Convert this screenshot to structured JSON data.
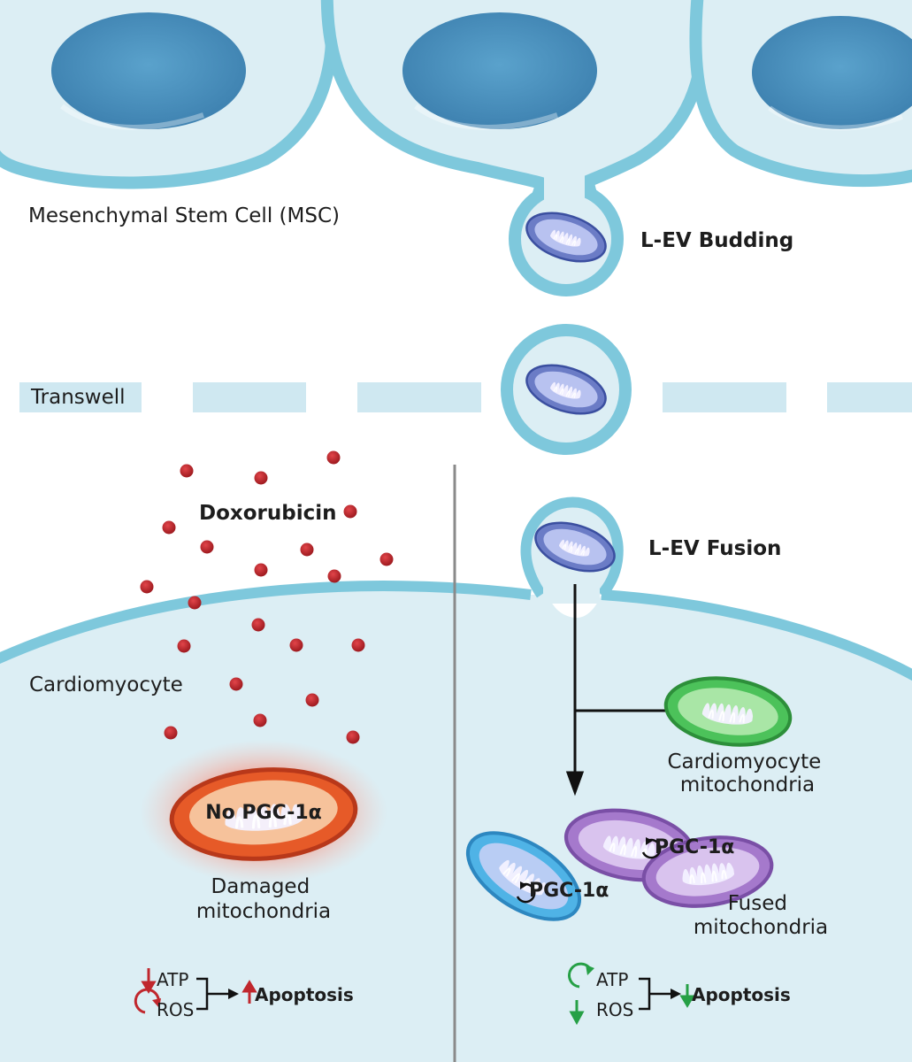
{
  "labels": {
    "msc": "Mesenchymal Stem Cell (MSC)",
    "budding": "L-EV Budding",
    "transwell": "Transwell",
    "doxorubicin": "Doxorubicin",
    "fusion": "L-EV Fusion",
    "cardiomyocyte": "Cardiomyocyte",
    "cm_mito_line1": "Cardiomyocyte",
    "cm_mito_line2": "mitochondria",
    "no_pgc": "No PGC-1α",
    "damaged_line1": "Damaged",
    "damaged_line2": "mitochondria",
    "pgc_blue": "PGC-1α",
    "pgc_purple": "PGC-1α",
    "fused_line1": "Fused",
    "fused_line2": "mitochondria"
  },
  "outcomes": {
    "left": {
      "atp": "ATP",
      "ros": "ROS",
      "apoptosis": "Apoptosis"
    },
    "right": {
      "atp": "ATP",
      "ros": "ROS",
      "apoptosis": "Apoptosis"
    }
  },
  "colors": {
    "membrane": "#7ec8dc",
    "cytoplasm": "#dceef4",
    "nucleus": "#4a8fbb",
    "drug": "#c0272d",
    "down_red": "#c0272d",
    "down_green": "#26a046",
    "mito_blue": "#6b7cc6",
    "mito_green": "#4cc25a",
    "mito_purple": "#a579cc",
    "mito_cyan": "#4fb3e6",
    "mito_damaged": "#e65a28"
  }
}
